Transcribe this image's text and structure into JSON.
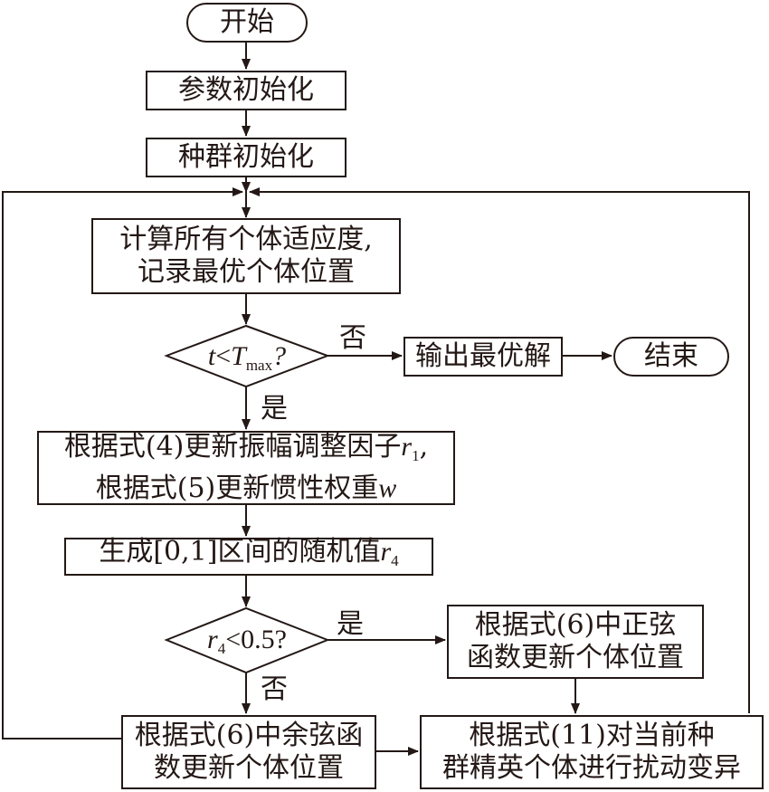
{
  "nodes": {
    "start": "开始",
    "param_init": "参数初始化",
    "pop_init": "种群初始化",
    "fitness_line1": "计算所有个体适应度,",
    "fitness_line2": "记录最优个体位置",
    "cond1": {
      "var": "t",
      "op": "<",
      "bound": "T",
      "bound_sub": "max",
      "q": "?"
    },
    "output_best": "输出最优解",
    "end": "结束",
    "update_line1": {
      "text": "根据式(4)更新振幅调整因子",
      "var": "r",
      "sub": "1",
      "tail": ","
    },
    "update_line2": {
      "text": "根据式(5)更新惯性权重",
      "var": "w"
    },
    "random": {
      "text": "生成[0,1]区间的随机值",
      "var": "r",
      "sub": "4"
    },
    "cond2": {
      "var": "r",
      "sub": "4",
      "op": "<0.5?"
    },
    "sine_line1": "根据式(6)中正弦",
    "sine_line2": "函数更新个体位置",
    "cos_line1": "根据式(6)中余弦函",
    "cos_line2": "数更新个体位置",
    "mut_line1": "根据式(11)对当前种",
    "mut_line2": "群精英个体进行扰动变异"
  },
  "labels": {
    "no1": "否",
    "yes1": "是",
    "yes2": "是",
    "no2": "否"
  },
  "colors": {
    "stroke": "#231815",
    "background": "#ffffff"
  }
}
